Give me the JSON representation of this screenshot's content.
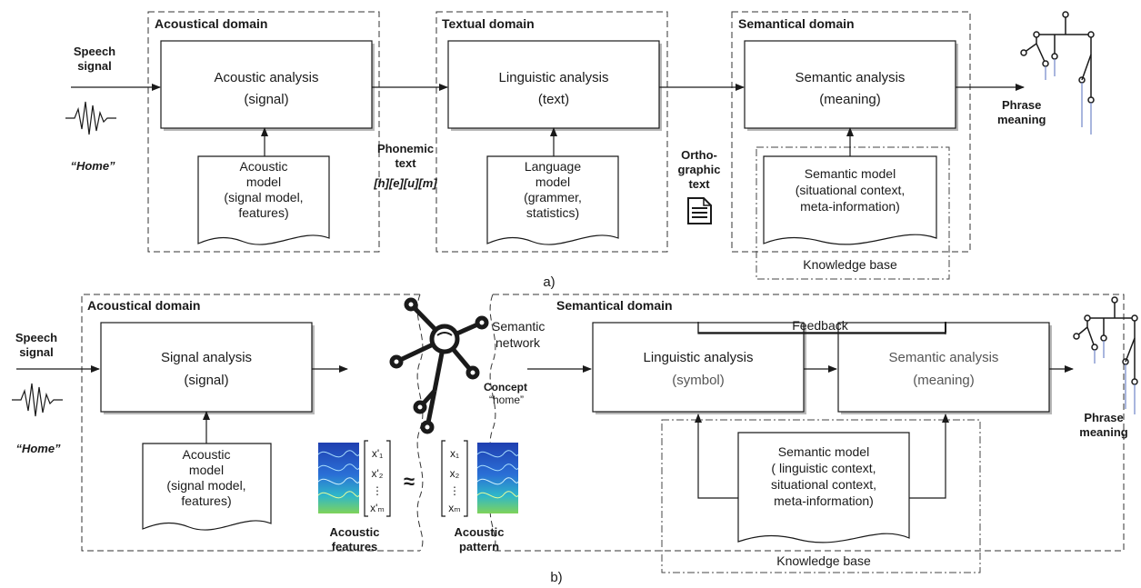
{
  "panel_a": {
    "input_label_1": "Speech",
    "input_label_2": "signal",
    "word": "“Home”",
    "domains": {
      "acoustical": "Acoustical domain",
      "textual": "Textual domain",
      "semantical": "Semantical domain"
    },
    "boxes": {
      "acoustic": [
        "Acoustic analysis",
        "(signal)"
      ],
      "linguistic": [
        "Linguistic analysis",
        "(text)"
      ],
      "semantic": [
        "Semantic analysis",
        "(meaning)"
      ]
    },
    "models": {
      "acoustic": [
        "Acoustic",
        "model",
        "(signal model,",
        "features)"
      ],
      "language": [
        "Language",
        "model",
        "(grammer,",
        "statistics)"
      ],
      "semantic": [
        "Semantic model",
        "(situational context,",
        "meta-information)"
      ]
    },
    "phonemic": [
      "Phonemic",
      "text",
      "[h][e][u][m]"
    ],
    "orthographic": [
      "Ortho-",
      "graphic",
      "text"
    ],
    "knowledge_base": "Knowledge base",
    "output": [
      "Phrase",
      "meaning"
    ],
    "caption": "a)"
  },
  "panel_b": {
    "input_label_1": "Speech",
    "input_label_2": "signal",
    "word": "“Home”",
    "domains": {
      "acoustical": "Acoustical domain",
      "semantical": "Semantical domain"
    },
    "boxes": {
      "signal": [
        "Signal analysis",
        "(signal)"
      ],
      "linguistic": [
        "Linguistic analysis",
        "(symbol)"
      ],
      "semantic": [
        "Semantic analysis",
        "(meaning)"
      ]
    },
    "models": {
      "acoustic": [
        "Acoustic",
        "model",
        "(signal model,",
        "features)"
      ],
      "semantic": [
        "Semantic model",
        "( linguistic context,",
        "situational context,",
        "meta-information)"
      ]
    },
    "semantic_network": [
      "Semantic",
      "network"
    ],
    "concept": [
      "Concept",
      "“home”"
    ],
    "acoustic_features": [
      "Acoustic",
      "features"
    ],
    "acoustic_pattern": [
      "Acoustic",
      "pattern"
    ],
    "vector_left": [
      "x'₁",
      "x'₂",
      "x'ₘ"
    ],
    "vector_right": [
      "x₁",
      "x₂",
      "xₘ"
    ],
    "approx": "≈",
    "feedback": "Feedback",
    "knowledge_base": "Knowledge base",
    "output": [
      "Phrase",
      "meaning"
    ],
    "caption": "b)"
  }
}
